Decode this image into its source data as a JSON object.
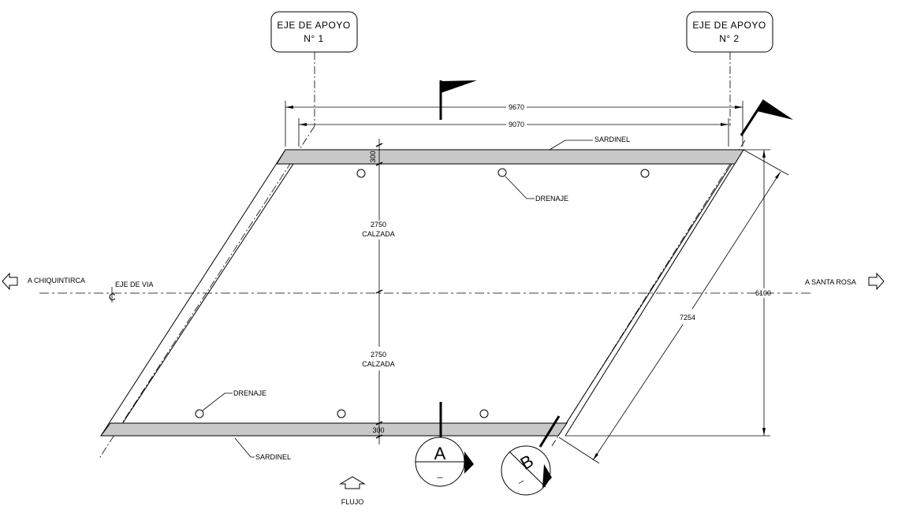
{
  "supports": {
    "axis1": {
      "line1": "EJE DE APOYO",
      "line2": "N° 1"
    },
    "axis2": {
      "line1": "EJE DE APOYO",
      "line2": "N° 2"
    }
  },
  "dimensions": {
    "top_outer": "9670",
    "top_inner": "9070",
    "curb_top": "300",
    "curb_bottom": "300",
    "lane_upper": "2750",
    "lane_lower": "2750",
    "width_total": "6100",
    "skew_width": "7254"
  },
  "labels": {
    "carriageway_upper": "CALZADA",
    "carriageway_lower": "CALZADA",
    "curb_top": "SARDINEL",
    "curb_bottom": "SARDINEL",
    "drain_top": "DRENAJE",
    "drain_bottom": "DRENAJE",
    "road_axis": "EJE DE VIA",
    "to_left": "A CHIQUINTIRCA",
    "to_right": "A SANTA ROSA",
    "flow": "FLUJO"
  },
  "sections": {
    "a": {
      "letter": "A",
      "sub": "_"
    },
    "b": {
      "letter": "B",
      "sub": "_"
    }
  },
  "icons": {
    "centerline": "centerline-symbol",
    "flags": "flag-icon",
    "arrows": "direction-arrow-icon"
  }
}
